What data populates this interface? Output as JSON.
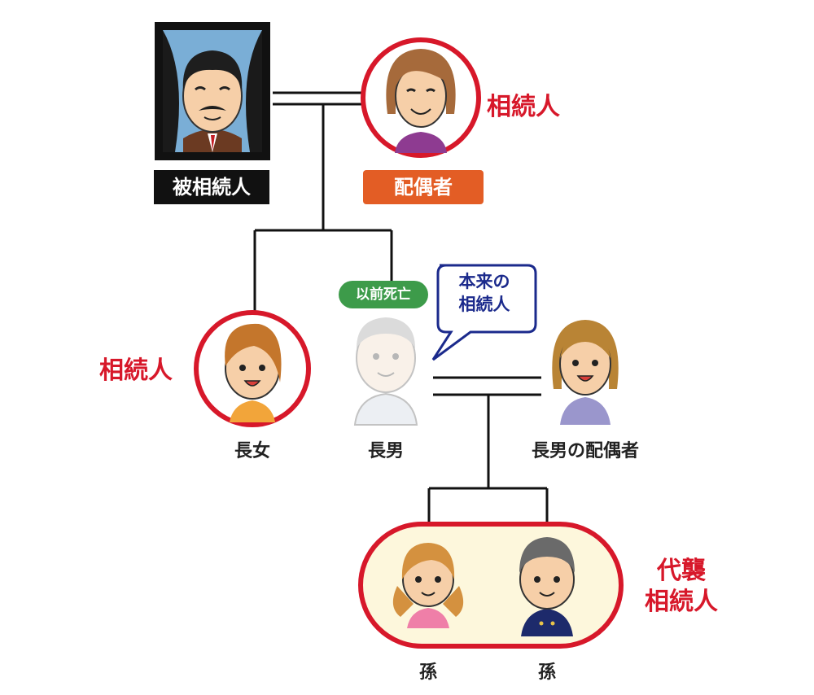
{
  "deceased": {
    "label": "被相続人"
  },
  "spouse": {
    "label": "配偶者",
    "status": "相続人"
  },
  "eldest_daughter": {
    "label": "長女",
    "status": "相続人"
  },
  "eldest_son": {
    "label": "長男",
    "badge": "以前死亡",
    "bubble_line1": "本来の",
    "bubble_line2": "相続人"
  },
  "son_spouse": {
    "label": "長男の配偶者"
  },
  "grandchildren": {
    "status_line1": "代襲",
    "status_line2": "相続人",
    "label_1": "孫",
    "label_2": "孫"
  },
  "colors": {
    "heir_red": "#d7182a",
    "deceased_black": "#111111",
    "spouse_orange": "#e35d25",
    "badge_green": "#3d9b4a",
    "bubble_navy": "#1b2a8c",
    "group_fill": "#fdf7dc"
  }
}
